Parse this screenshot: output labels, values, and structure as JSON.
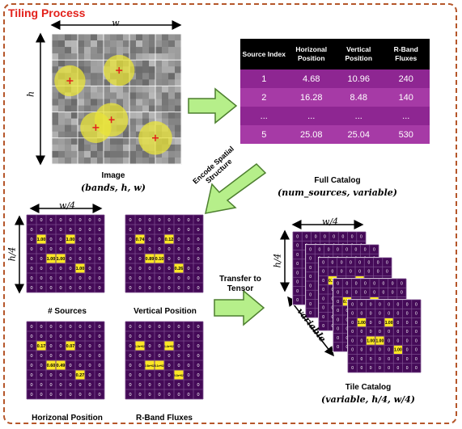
{
  "title": "Tiling Process",
  "image": {
    "w_label": "w",
    "h_label": "h",
    "caption": "Image",
    "shape": "(bands, h, w)"
  },
  "catalog": {
    "headers": [
      "Source Index",
      "Horizonal Position",
      "Vertical Position",
      "R-Band Fluxes"
    ],
    "rows": [
      [
        "1",
        "4.68",
        "10.96",
        "240"
      ],
      [
        "2",
        "16.28",
        "8.48",
        "140"
      ],
      [
        "...",
        "...",
        "...",
        "..."
      ],
      [
        "5",
        "25.08",
        "25.04",
        "530"
      ]
    ],
    "caption": "Full Catalog",
    "shape": "(num_sources, variable)"
  },
  "encode_label": "Encode Spatial Structure",
  "transfer_label": "Transfer to Tensor",
  "grids": {
    "w_label": "w/4",
    "h_label": "h/4",
    "sources": {
      "label": "# Sources",
      "values": {
        "2,1": "1.00",
        "2,4": "1.00",
        "4,2": "1.00",
        "4,3": "1.00",
        "5,5": "1.00"
      }
    },
    "vertical": {
      "label": "Vertical Position",
      "values": {
        "2,1": "0.74",
        "2,4": "0.12",
        "4,2": "0.89",
        "4,3": "0.10",
        "5,5": "0.26"
      }
    },
    "horizontal": {
      "label": "Horizonal Position",
      "values": {
        "2,1": "0.17",
        "2,4": "0.07",
        "4,2": "0.60",
        "4,3": "0.49",
        "5,5": "0.27"
      }
    },
    "flux": {
      "label": "R-Band Fluxes",
      "values": {
        "2,1": "1.0e+02",
        "2,4": "1.4e+02",
        "4,2": "2.8e+02",
        "4,3": "3.1e+02",
        "5,5": "5.3e+02"
      }
    }
  },
  "tile": {
    "w_label": "w/4",
    "h_label": "h/4",
    "variable_label": "variable",
    "caption": "Tile Catalog",
    "shape": "(variable, h/4, w/4)"
  },
  "colors": {
    "grid_bg": "#440a57",
    "grid_line": "#7a4c8c",
    "highlight": "#fde725",
    "accent": "#e3211b",
    "border": "#b5562a",
    "arrow_fill": "#b6ef8a",
    "arrow_stroke": "#4d7f2f",
    "glow": "#e9e43a"
  }
}
